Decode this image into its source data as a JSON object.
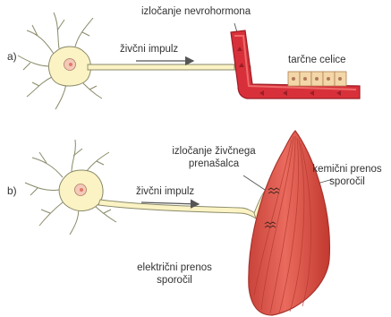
{
  "panel_a": {
    "part_label": "a)",
    "top_label": "izločanje nevrohormona",
    "impulse_label": "živčni impulz",
    "target_label": "tarčne celice"
  },
  "panel_b": {
    "part_label": "b)",
    "release_label_line1": "izločanje živčnega",
    "release_label_line2": "prenašalca",
    "chemical_label_line1": "kemični prenos",
    "chemical_label_line2": "sporočil",
    "impulse_label": "živčni impulz",
    "electric_label_line1": "električni prenos",
    "electric_label_line2": "sporočil"
  },
  "colors": {
    "neuron_fill": "#fbf3c4",
    "neuron_stroke": "#8a8a6a",
    "nucleus_fill": "#f4c9b8",
    "nucleolus": "#e07a6a",
    "vessel_red": "#d8303a",
    "vessel_dark": "#9c1d26",
    "target_cell": "#f3d7a9",
    "muscle_fill": "#e25b50",
    "muscle_stroke": "#a8322c",
    "arrow": "#555555"
  }
}
